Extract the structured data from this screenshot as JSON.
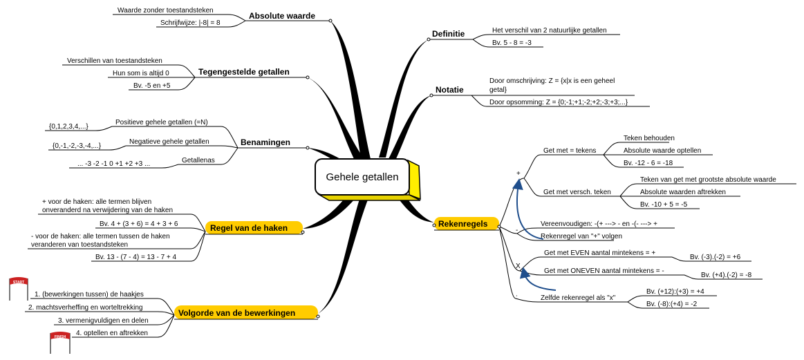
{
  "center": "Gehele getallen",
  "branches": {
    "absolute": {
      "title": "Absolute waarde",
      "items": [
        "Waarde zonder toestandsteken",
        "Schrijfwijze: |-8| = 8"
      ]
    },
    "tegengesteld": {
      "title": "Tegengestelde getallen",
      "items": [
        "Verschillen van toestandsteken",
        "Hun som is altijd 0",
        "Bv. -5 en +5"
      ]
    },
    "benamingen": {
      "title": "Benamingen",
      "items": [
        {
          "label": "Positieve gehele getallen (=N)",
          "sub": "{0,1,2,3,4,...}"
        },
        {
          "label": "Negatieve gehele getallen",
          "sub": "{0,-1,-2,-3,-4,...}"
        },
        {
          "label": "Getallenas",
          "sub": "... -3 -2 -1 0 +1 +2 +3 ..."
        }
      ]
    },
    "haken": {
      "title": "Regel van de haken",
      "items": [
        [
          "+ voor de haken: alle termen blijven",
          "onveranderd na verwijdering van de haken"
        ],
        [
          "Bv. 4 + (3 + 6) = 4 + 3 + 6"
        ],
        [
          "- voor de haken: alle termen tussen de haken",
          "veranderen van toestandsteken"
        ],
        [
          "Bv. 13 - (7 - 4) = 13 - 7 + 4"
        ]
      ]
    },
    "volgorde": {
      "title": "Volgorde van de bewerkingen",
      "items": [
        "1. (bewerkingen tussen) de haakjes",
        "2. machtsverheffing en worteltrekking",
        "3. vermenigvuldigen en delen",
        "4. optellen en aftrekken"
      ],
      "start_flag": "START",
      "finish_flag": "FINISH"
    },
    "definitie": {
      "title": "Definitie",
      "items": [
        "Het verschil van 2 natuurlijke getallen",
        "Bv. 5 - 8 = -3"
      ]
    },
    "notatie": {
      "title": "Notatie",
      "items": [
        [
          "Door omschrijving: Z = {x|x is een geheel",
          "getal}"
        ],
        [
          "Door opsomming: Z = {0;-1;+1;-2;+2;-3;+3;...}"
        ]
      ]
    },
    "rekenregels": {
      "title": "Rekenregels",
      "plus": {
        "symbol": "+",
        "groups": [
          {
            "label": "Get met = tekens",
            "items": [
              "Teken behouden",
              "Absolute waarde optellen",
              "Bv. -12 - 6 = -18"
            ]
          },
          {
            "label": "Get met versch. teken",
            "items": [
              "Teken van get met grootste absolute waarde",
              "Absolute waarden aftrekken",
              "Bv. -10 + 5 = -5"
            ]
          }
        ]
      },
      "minus": {
        "symbol": "-",
        "items": [
          "Vereenvoudigen: -(+ ---> - en -(- ---> +",
          "Rekenregel van \"+\" volgen"
        ]
      },
      "times": {
        "symbol": "X",
        "groups": [
          {
            "label": "Get met EVEN aantal mintekens = +",
            "items": [
              "Bv. (-3).(-2) = +6"
            ]
          },
          {
            "label": "Get met ONEVEN aantal mintekens = -",
            "items": [
              "Bv. (+4).(-2) = -8"
            ]
          }
        ]
      },
      "divide": {
        "symbol": ":",
        "label": "Zelfde rekenregel als \"x\"",
        "items": [
          "Bv. (+12):(+3) = +4",
          "Bv. (-8):(+4) = -2"
        ]
      }
    }
  },
  "colors": {
    "highlight": "#ffcc00",
    "center_fill": "#ffffff",
    "center_side": "#ffee00",
    "arrow": "#1f4e8c"
  }
}
